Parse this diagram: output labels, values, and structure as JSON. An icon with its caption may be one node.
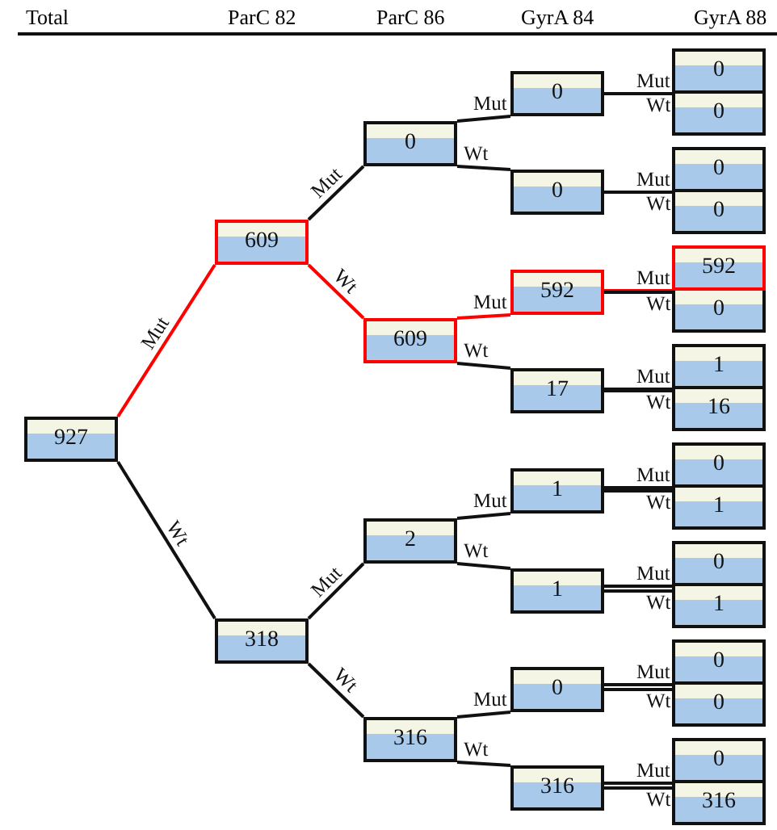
{
  "diagram": {
    "nodes": [
      {
        "text": [
          "927"
        ]
      },
      {
        "text": [
          "609"
        ]
      },
      {
        "text": [
          "318"
        ]
      },
      {
        "text": [
          "0"
        ]
      },
      {
        "text": [
          "609"
        ]
      },
      {
        "text": [
          "2"
        ]
      },
      {
        "text": [
          "316"
        ]
      },
      {
        "text": [
          "0"
        ]
      },
      {
        "text": [
          "0"
        ]
      },
      {
        "text": [
          "592"
        ]
      },
      {
        "text": [
          "17"
        ]
      },
      {
        "text": [
          "1"
        ]
      },
      {
        "text": [
          "1"
        ]
      },
      {
        "text": [
          "0"
        ]
      },
      {
        "text": [
          "316"
        ]
      },
      {
        "text": [
          "0"
        ]
      },
      {
        "text": [
          "0"
        ]
      },
      {
        "text": [
          "0"
        ]
      },
      {
        "text": [
          "0"
        ]
      },
      {
        "text": [
          "592"
        ]
      },
      {
        "text": [
          "0"
        ]
      },
      {
        "text": [
          "1"
        ]
      },
      {
        "text": [
          "16"
        ]
      },
      {
        "text": [
          "0"
        ]
      },
      {
        "text": [
          "1"
        ]
      },
      {
        "text": [
          "0"
        ]
      },
      {
        "text": [
          "1"
        ]
      },
      {
        "text": [
          "0"
        ]
      },
      {
        "text": [
          "0"
        ]
      },
      {
        "text": [
          "0"
        ]
      },
      {
        "text": [
          "316"
        ]
      }
    ],
    "edges": [
      {
        "from": 0,
        "to": 1,
        "arrow": "none",
        "label": "Mut",
        "color": "#ff0000"
      },
      {
        "from": 0,
        "to": 2,
        "arrow": "none",
        "label": "Wt"
      },
      {
        "from": 1,
        "to": 3,
        "arrow": "none",
        "label": "Mut"
      },
      {
        "from": 1,
        "to": 4,
        "arrow": "none",
        "label": "Wt",
        "color": "#ff0000"
      },
      {
        "from": 2,
        "to": 5,
        "arrow": "none",
        "label": "Mut"
      },
      {
        "from": 2,
        "to": 6,
        "arrow": "none",
        "label": "Wt"
      },
      {
        "from": 3,
        "to": 7,
        "arrow": "none",
        "label": "Mut"
      },
      {
        "from": 3,
        "to": 8,
        "arrow": "none",
        "label": "Wt"
      },
      {
        "from": 4,
        "to": 9,
        "arrow": "none",
        "label": "Mut",
        "color": "#ff0000"
      },
      {
        "from": 4,
        "to": 10,
        "arrow": "none",
        "label": "Wt"
      },
      {
        "from": 5,
        "to": 11,
        "arrow": "none",
        "label": "Mut"
      },
      {
        "from": 5,
        "to": 12,
        "arrow": "none",
        "label": "Wt"
      },
      {
        "from": 6,
        "to": 13,
        "arrow": "none",
        "label": "Mut"
      },
      {
        "from": 6,
        "to": 14,
        "arrow": "none",
        "label": "Wt"
      },
      {
        "from": 7,
        "to": 15,
        "arrow": "none",
        "label": "Mut"
      },
      {
        "from": 7,
        "to": 16,
        "arrow": "none",
        "label": "Wt"
      },
      {
        "from": 8,
        "to": 17,
        "arrow": "none",
        "label": "Mut"
      },
      {
        "from": 8,
        "to": 18,
        "arrow": "none",
        "label": "Wt"
      },
      {
        "from": 9,
        "to": 19,
        "arrow": "none",
        "label": "Mut",
        "color": "#ff0000"
      },
      {
        "from": 9,
        "to": 20,
        "arrow": "none",
        "label": "Wt"
      },
      {
        "from": 10,
        "to": 21,
        "arrow": "none",
        "label": "Mut"
      },
      {
        "from": 10,
        "to": 22,
        "arrow": "none",
        "label": "Wt"
      },
      {
        "from": 11,
        "to": 23,
        "arrow": "none",
        "label": "Mut"
      },
      {
        "from": 11,
        "to": 24,
        "arrow": "none",
        "label": "Wt"
      },
      {
        "from": 12,
        "to": 25,
        "arrow": "none",
        "label": "Mut"
      },
      {
        "from": 12,
        "to": 26,
        "arrow": "none",
        "label": "Wt"
      },
      {
        "from": 13,
        "to": 27,
        "arrow": "none",
        "label": "Mut"
      },
      {
        "from": 13,
        "to": 28,
        "arrow": "none",
        "label": "Wt"
      },
      {
        "from": 14,
        "to": 29,
        "arrow": "none",
        "label": "Mut"
      },
      {
        "from": 14,
        "to": 30,
        "arrow": "none",
        "label": "Wt"
      }
    ],
    "labels": [
      "Total",
      "ParC 82",
      "ParC 86",
      "GyrA 84",
      "GyrA 88"
    ]
  }
}
